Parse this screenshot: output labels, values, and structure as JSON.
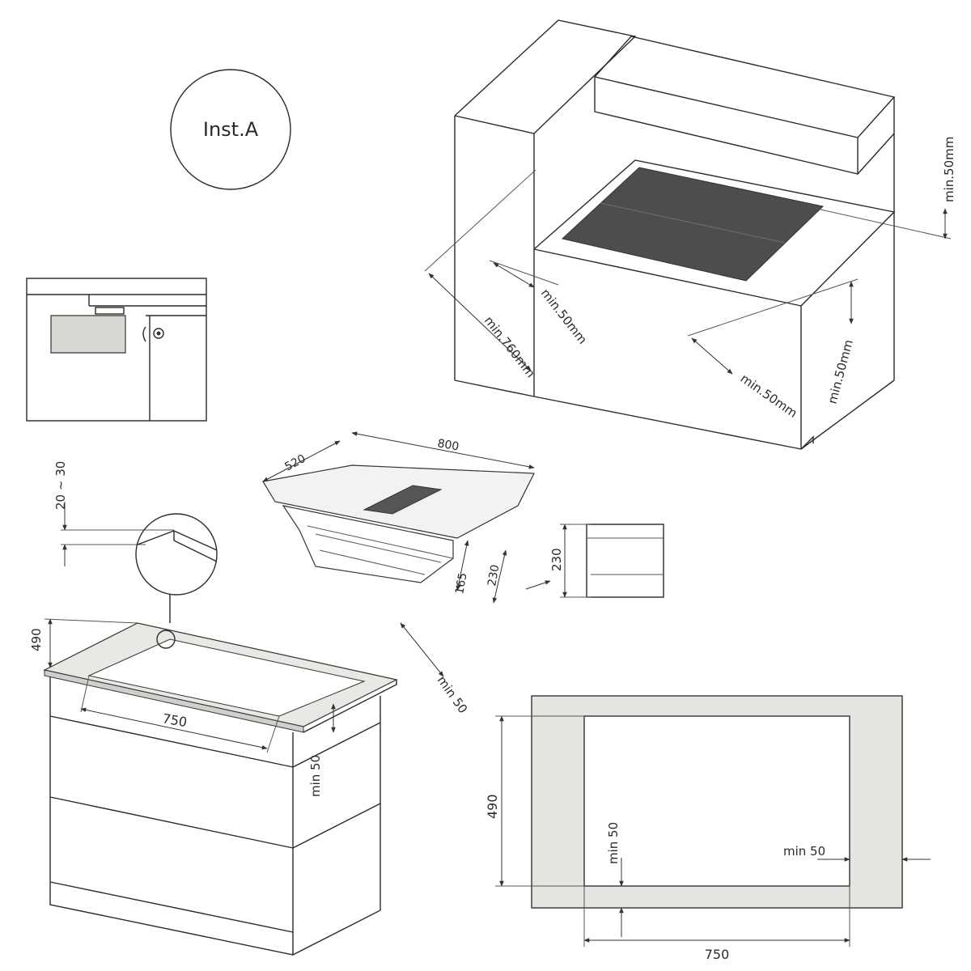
{
  "badge": {
    "label": "Inst.A"
  },
  "iso_room": {
    "dims": {
      "depth": "min.760mm",
      "front_clearance": "min.50mm",
      "side_clearance": "min.50mm",
      "back_clearance": "min.50mm",
      "right_wall_clearance": "min.50mm"
    }
  },
  "product": {
    "width": "800",
    "depth": "520",
    "height_a": "165",
    "height_b": "230",
    "side_height": "230"
  },
  "flush_detail": {
    "range": "20 ~ 30"
  },
  "counter_iso": {
    "depth": "490",
    "width": "750",
    "side_min": "min 50",
    "front_min": "min 50"
  },
  "cutout_plan": {
    "height": "490",
    "width": "750",
    "min_bottom": "min 50",
    "min_right": "min 50"
  }
}
